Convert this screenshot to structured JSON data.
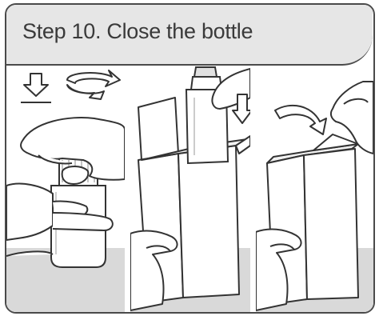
{
  "step": {
    "title": "Step 10. Close the bottle"
  },
  "panels": [
    {
      "id": "twist-cap",
      "icons": [
        "push-down-arrow-icon",
        "rotate-arrow-icon"
      ]
    },
    {
      "id": "insert-bottle",
      "icons": [
        "down-arrow-icon"
      ]
    },
    {
      "id": "close-box",
      "icons": [
        "curved-arrow-icon"
      ]
    }
  ],
  "colors": {
    "border": "#4a4a4a",
    "header_bg": "#e6e6e6",
    "floor": "#d9d9d9",
    "line": "#333333"
  }
}
